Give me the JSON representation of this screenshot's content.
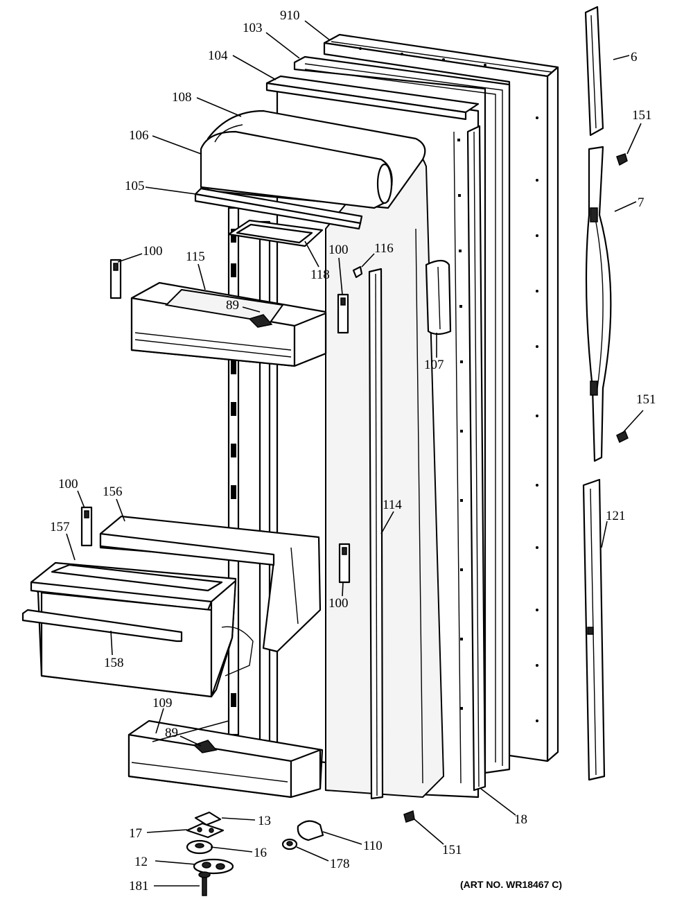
{
  "diagram": {
    "art_no": "(ART NO. WR18467 C)",
    "callouts": [
      {
        "id": "c910",
        "text": "910"
      },
      {
        "id": "c103",
        "text": "103"
      },
      {
        "id": "c104",
        "text": "104"
      },
      {
        "id": "c108",
        "text": "108"
      },
      {
        "id": "c106",
        "text": "106"
      },
      {
        "id": "c105",
        "text": "105"
      },
      {
        "id": "c6",
        "text": "6"
      },
      {
        "id": "c151a",
        "text": "151"
      },
      {
        "id": "c7",
        "text": "7"
      },
      {
        "id": "c100a",
        "text": "100"
      },
      {
        "id": "c115",
        "text": "115"
      },
      {
        "id": "c118",
        "text": "118"
      },
      {
        "id": "c100b",
        "text": "100"
      },
      {
        "id": "c116",
        "text": "116"
      },
      {
        "id": "c89a",
        "text": "89"
      },
      {
        "id": "c107",
        "text": "107"
      },
      {
        "id": "c151b",
        "text": "151"
      },
      {
        "id": "c100c",
        "text": "100"
      },
      {
        "id": "c156",
        "text": "156"
      },
      {
        "id": "c157",
        "text": "157"
      },
      {
        "id": "c114",
        "text": "114"
      },
      {
        "id": "c121",
        "text": "121"
      },
      {
        "id": "c100d",
        "text": "100"
      },
      {
        "id": "c158",
        "text": "158"
      },
      {
        "id": "c109",
        "text": "109"
      },
      {
        "id": "c89b",
        "text": "89"
      },
      {
        "id": "c13",
        "text": "13"
      },
      {
        "id": "c17",
        "text": "17"
      },
      {
        "id": "c16",
        "text": "16"
      },
      {
        "id": "c110",
        "text": "110"
      },
      {
        "id": "c12",
        "text": "12"
      },
      {
        "id": "c178",
        "text": "178"
      },
      {
        "id": "c151c",
        "text": "151"
      },
      {
        "id": "c18",
        "text": "18"
      },
      {
        "id": "c181",
        "text": "181"
      }
    ]
  }
}
